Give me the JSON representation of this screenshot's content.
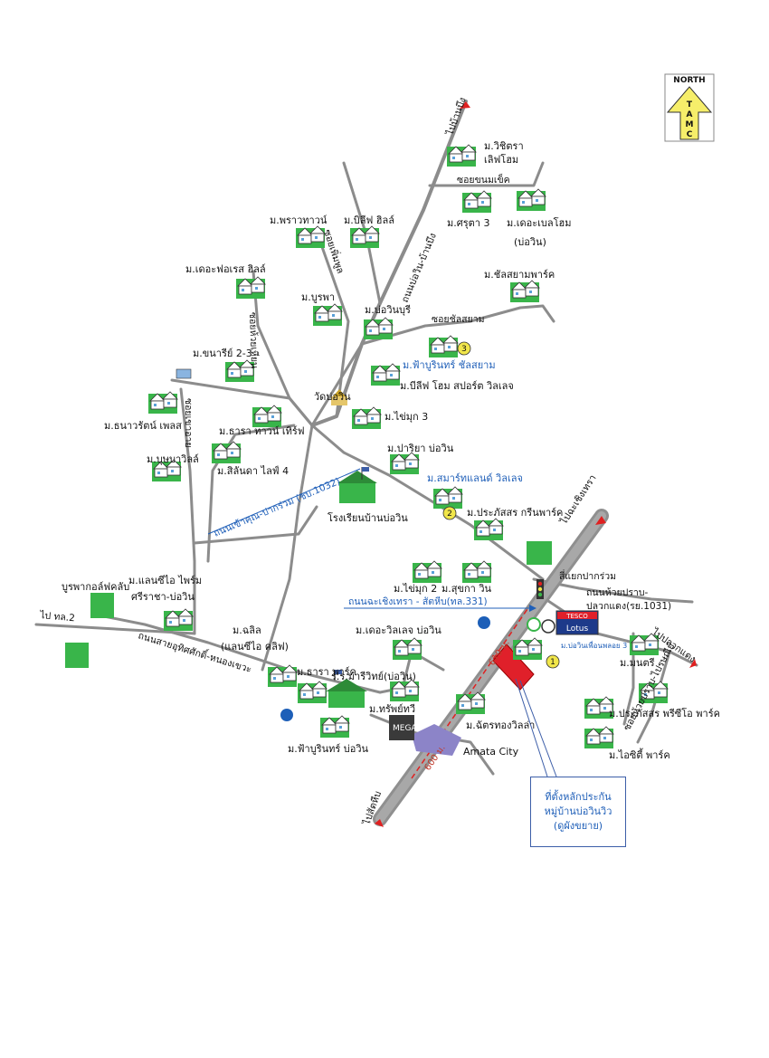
{
  "north_arrow": {
    "label": "NORTH",
    "letters": [
      "T",
      "A",
      "M",
      "C"
    ]
  },
  "road_labels": {
    "to_ban_bueng_top": "ไปบ้านบึง",
    "soi_khanom_khek": "ซอยขนมเข็ค",
    "road_bowin_ban_bueng": "ถนนบ่อวิน-บ้านบึง",
    "soi_pheng_phuay": "ซอยเพิ่มพูล",
    "soi_huai_phai": "ซอยห้วยเหียน",
    "soi_chonlasiam": "ซอยชัลสยาม",
    "soi_khao_ya": "ซอยเขาอาย",
    "road_khao_kham": "ถนนเข้าคุณ-ปากร่วม (ชบ.1032)",
    "road_chachoengsao": "ถนนฉะเชิงเทรา - สัตหีบ(ทล.331)",
    "road_huay_prab": "ถนนห้วยปราบ-",
    "road_huay_prab_2": "ปลวกแดง(รย.1031)",
    "to_chachoengsao": "ไปฉะเชิงเทรา",
    "to_pluak_daeng": "ไปปลวกแดง",
    "to_sattahip": "ไปสัตหีบ",
    "to_road_2": "ไป ทล.2",
    "road_sukhumvit": "ถนนสายอุทิศศักดิ์-หนองเขวะ",
    "soi_huay_prab": "ซอยห้วยปราบ-ไปรษณีย์",
    "intersection_pak_ruam": "สี่แยกปากร่วม",
    "dist_600": "600 ม.",
    "dist_610": "610 ม."
  },
  "places": {
    "vichitra": "ม.วิชิตรา",
    "vichitra_2": "เลิฟโฮม",
    "sriphoom3": "ม.ศรุตา 3",
    "de_bell": "ม.เดอะเบลโฮม",
    "de_bell_2": "(บ่อวิน)",
    "prao_town": "ม.พราวทาวน์",
    "billif_hill": "ม.บิลีฟ ฮิลล์",
    "de_forest": "ม.เดอะฟอเรส ฮิลล์",
    "burapha": "ม.บูรพา",
    "bowin_buri": "ม.บ่อวินบุรี",
    "chonlasiam_park": "ม.ชัลสยามพาร์ค",
    "khanaree": "ม.ขนารีย์ 2-3",
    "fah_buri": "ม.ฟ้าบูรินทร์ ชัลสยาม",
    "believe_home": "ม.บีลีฟ โฮม สปอร์ต วิลเลจ",
    "wat_bowin": "วัดบ่อวิน",
    "thanawan": "ม.ธนาวรัตน์ เพลส",
    "thara_town": "ม.ธารา ทาวน์ เทิร์ฟ",
    "phaimook3": "ม.ไข่มุก 3",
    "bupha": "ม.บุษบาวิลล์",
    "silanda": "ม.สิลันดา ไลฟ์ 4",
    "pariya": "ม.ปาริยา บ่อวิน",
    "school": "โรงเรียนบ้านบ่อวิน",
    "smart_land": "ม.สมาร์ทแลนด์ วิลเลจ",
    "prakas_green": "ม.ประภัสสร กรีนพาร์ค",
    "phaimook2": "ม.ไข่มุก 2",
    "sukka_win": "ม.สุขกา วิน",
    "land_sea": "ม.แลนซีไอ ไพร์ม",
    "land_sea_2": "ศรีราชา-บ่อวิน",
    "burapha_golf": "บูรพากอล์ฟคลับ",
    "de_villa": "ม.เดอะวิลเลจ บ่อวิน",
    "chalil": "ม.ฉลิล",
    "chalil_2": "(แลนซีไอ คลิฟ)",
    "tara_park": "ม.ธารา พาร์ค",
    "ror_ror": "ร.ร.มารีวิทย์(บ่อวิน)",
    "montree": "ม.มนตรี",
    "sap_thawee": "ม.ทรัพย์ทวี",
    "chatrathong": "ม.ฉัตรทองวิลล่า",
    "fahburin_bowin": "ม.ฟ้าบูรินทร์ บ่อวิน",
    "amata": "Amata City",
    "bowin_view": "ม.บ่อวินเพื่อนพลอย 3",
    "prakas_primo": "ม.ประภัสสร พรีซีโอ พาร์ค",
    "i_city": "ม.ไอซิตี้ พาร์ค",
    "mega": "MEGA",
    "tesco": "TESCO",
    "lotus": "Lotus"
  },
  "markers": {
    "one": "1",
    "two": "2",
    "three": "3"
  },
  "callout": {
    "line1": "ที่ตั้งหลักประกัน",
    "line2": "หมู่บ้านบ่อวินวิว",
    "line3": "(ดูผังขยาย)"
  },
  "colors": {
    "road": "#8c8c8c",
    "main_highway": "#8f8f8f",
    "arrow_fill": "#f6ee6a",
    "marker_fill": "#f1e64a",
    "house_fill": "#39b54a",
    "target_fill": "#e0202a",
    "accent_blue": "#1f5fb8",
    "red_dash": "#e02020"
  }
}
